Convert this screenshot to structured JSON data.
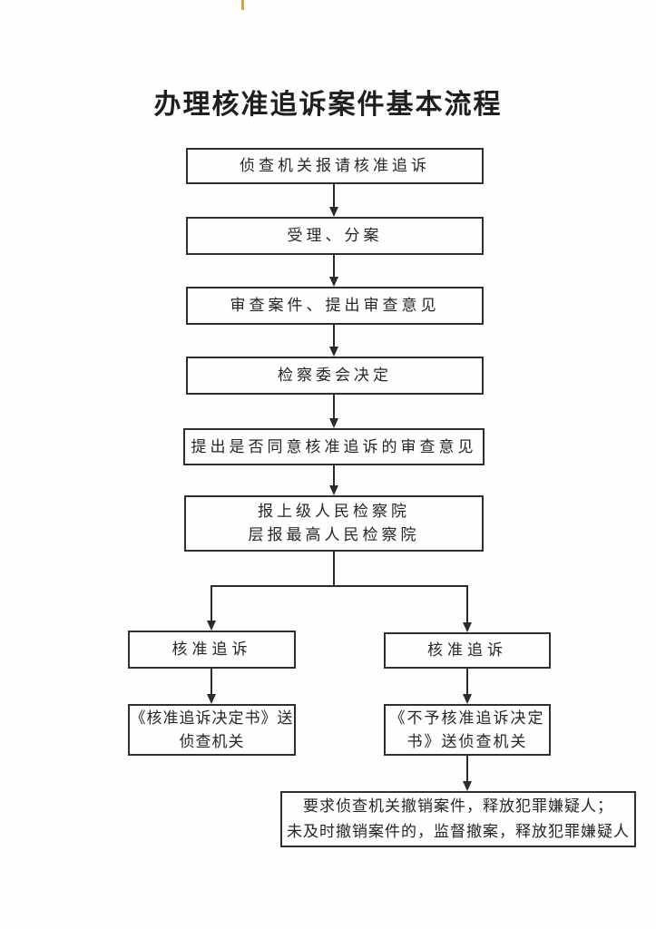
{
  "title": "办理核准追诉案件基本流程",
  "boxes": {
    "step1": "侦查机关报请核准追诉",
    "step2": "受理、分案",
    "step3": "审查案件、提出审查意见",
    "step4": "检察委会决定",
    "step5": "提出是否同意核准追诉的审查意见",
    "step6_line1": "报上级人民检察院",
    "step6_line2": "层报最高人民检察院",
    "left_branch": "核准追诉",
    "right_branch": "核准追诉",
    "left_result_line1": "《核准追诉决定书》送",
    "left_result_line2": "侦查机关",
    "right_result_line1": "《不予核准追诉决定",
    "right_result_line2": "书》送侦查机关",
    "final_line1": "要求侦查机关撤销案件，释放犯罪嫌疑人；",
    "final_line2": "未及时撤销案件的，监督撤案，释放犯罪嫌疑人"
  },
  "colors": {
    "ink": "#2b2b2b",
    "scan_artifact": "#c9a35a",
    "paper": "#fefefe"
  }
}
